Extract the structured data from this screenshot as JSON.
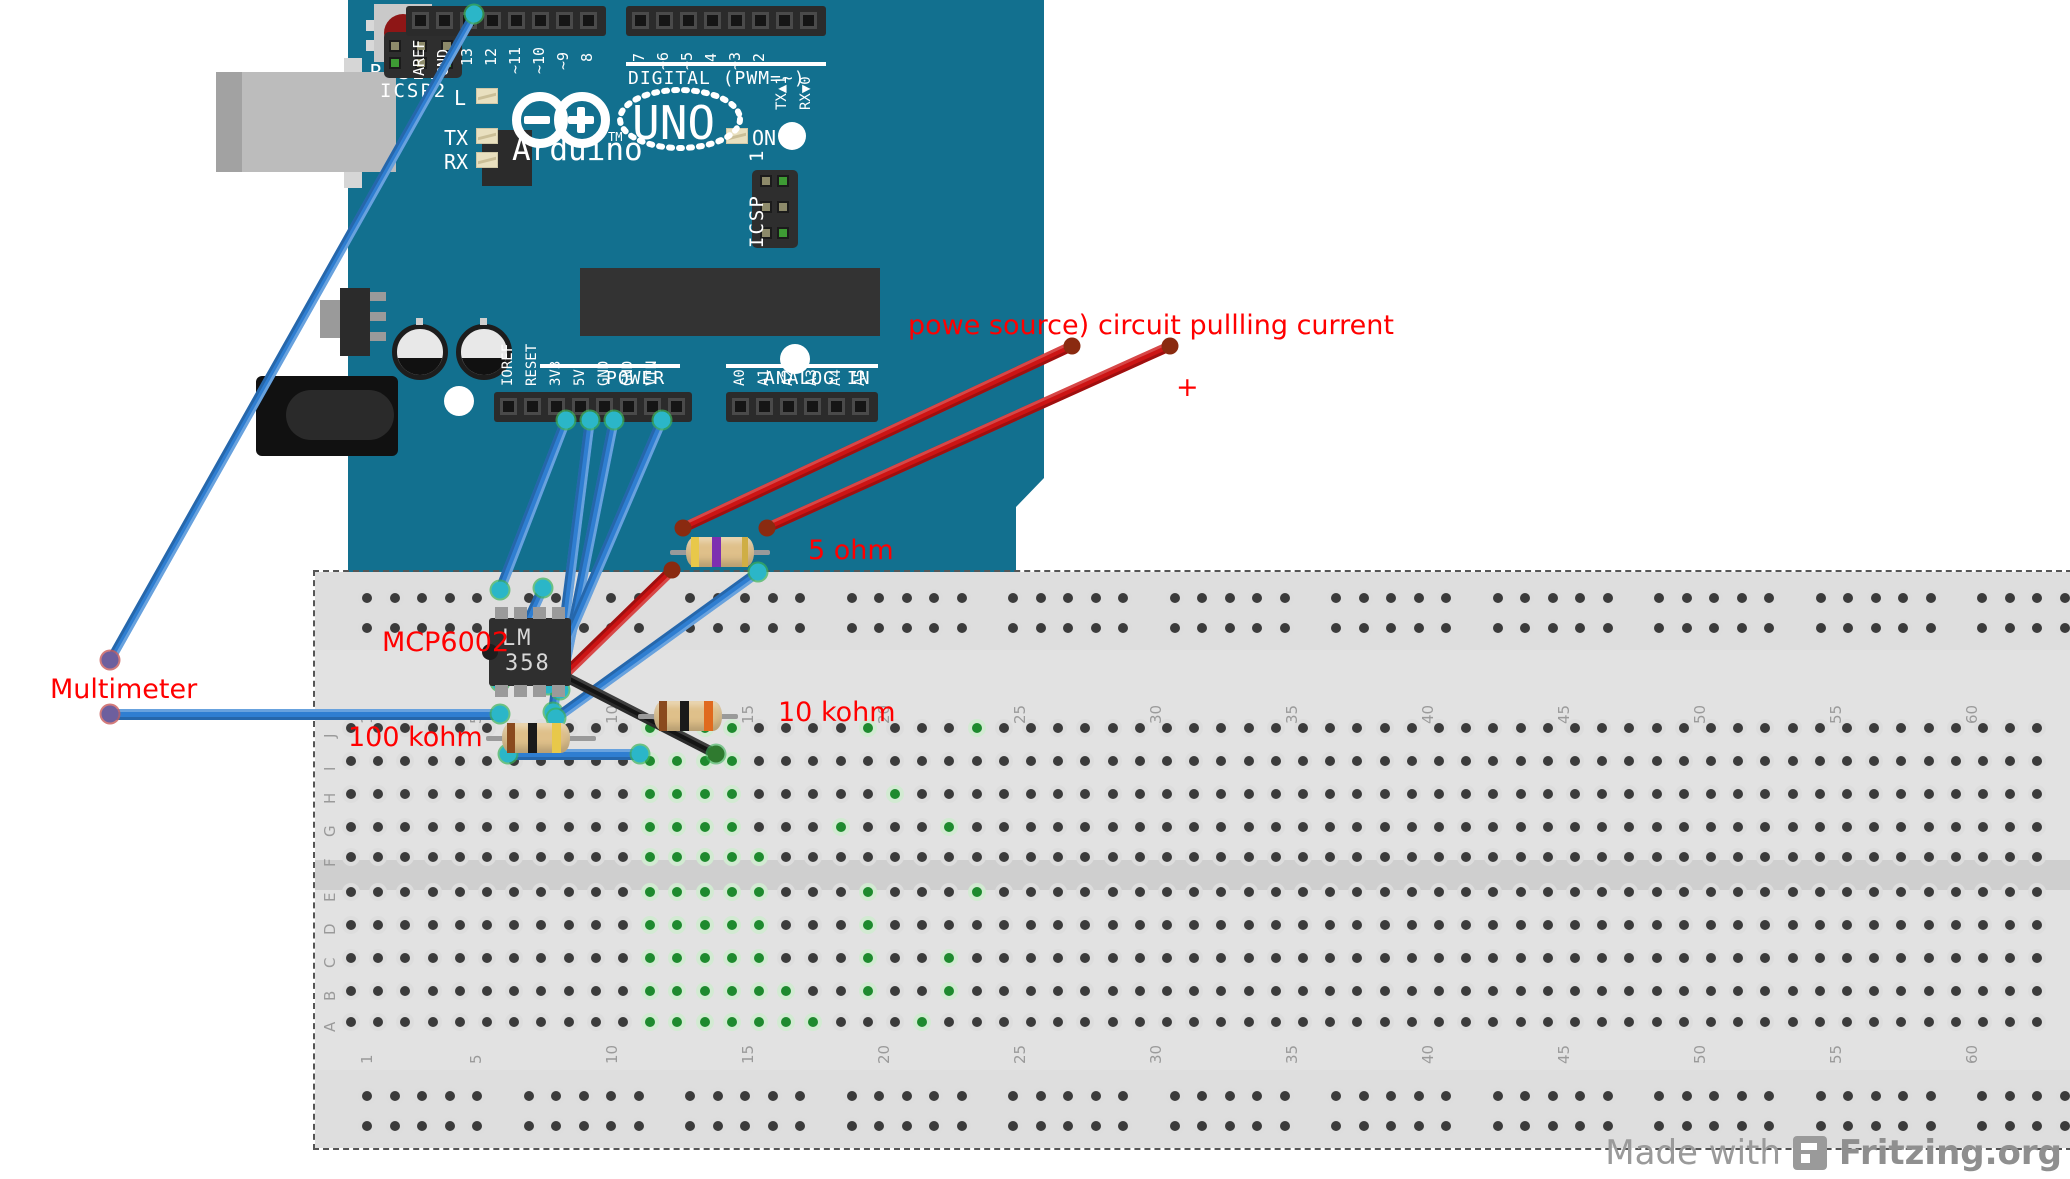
{
  "board": {
    "name": "Arduino UNO",
    "brand": "Arduino",
    "trademark": "TM",
    "model": "UNO",
    "reset_label": "RESET",
    "icsp2_label": "ICSP2",
    "icsp_label": "ICSP",
    "icsp_pin1_label": "1",
    "on_led_label": "ON",
    "led_l_label": "L",
    "led_tx_label": "TX",
    "led_rx_label": "RX",
    "digital_header_label": "DIGITAL (PWM=~)",
    "power_header_label": "POWER",
    "analog_header_label": "ANALOG IN",
    "digital_pins_right": [
      "AREF",
      "GND",
      "13",
      "12",
      "~11",
      "~10",
      "~9",
      "8"
    ],
    "digital_pins_left": [
      "7",
      "~6",
      "~5",
      "4",
      "~3",
      "2",
      "TX▲1",
      "RX▼0"
    ],
    "power_pins": [
      "IOREF",
      "RESET",
      "3V3",
      "5V",
      "GND",
      "GND",
      "VIN"
    ],
    "analog_pins": [
      "A0",
      "A1",
      "A2",
      "A3",
      "A4",
      "A5"
    ]
  },
  "breadboard": {
    "column_numbers": [
      "1",
      "5",
      "10",
      "15",
      "20",
      "25",
      "30",
      "35",
      "40",
      "45",
      "50",
      "55",
      "60"
    ],
    "row_letters_top": [
      "J",
      "I",
      "H",
      "G",
      "F"
    ],
    "row_letters_bottom": [
      "E",
      "D",
      "C",
      "B",
      "A"
    ],
    "columns_total": 63,
    "rail_positive_color": "#e02020",
    "rail_negative_color": "#2b3bd0"
  },
  "components": {
    "ic": {
      "silk_line1": "LM",
      "silk_line2": "358",
      "annotation": "MCP6002"
    },
    "resistors": [
      {
        "annotation": "5 ohm",
        "bands": [
          "#e8c84a",
          "#7d2fb0",
          "#cfae45"
        ]
      },
      {
        "annotation": "10 kohm",
        "bands": [
          "#8a4a1e",
          "#1a1a1a",
          "#e06a1e"
        ]
      },
      {
        "annotation": "100 kohm",
        "bands": [
          "#8a4a1e",
          "#1a1a1a",
          "#e8c84a"
        ]
      }
    ]
  },
  "annotations": [
    {
      "id": "power-source",
      "text": "powe source)"
    },
    {
      "id": "circuit-pull",
      "text": "circuit pullling current"
    },
    {
      "id": "plus-sign",
      "text": "+"
    },
    {
      "id": "five-ohm",
      "text": "5 ohm"
    },
    {
      "id": "mcp6002",
      "text": "MCP6002"
    },
    {
      "id": "ten-kohm",
      "text": "10 kohm"
    },
    {
      "id": "hundred-kohm",
      "text": "100 kohm"
    },
    {
      "id": "multimeter",
      "text": "Multimeter"
    }
  ],
  "footer": {
    "made_with": "Made with",
    "brand": "Fritzing.org"
  },
  "colors": {
    "board": "#12708f",
    "wire_blue": "#2f7ed1",
    "wire_red": "#cc1414",
    "wire_black": "#141414",
    "annotation_red": "#ff0000",
    "breadboard": "#e2e2e2"
  }
}
